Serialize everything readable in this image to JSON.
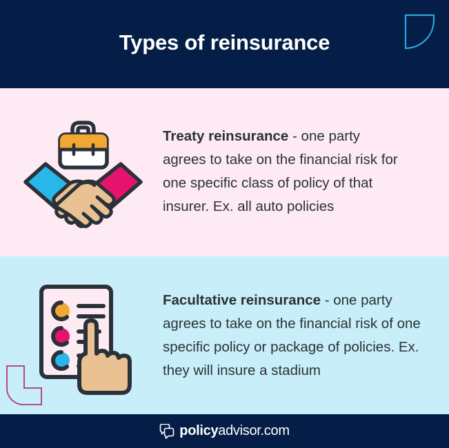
{
  "header": {
    "title": "Types of reinsurance",
    "background_color": "#041E47",
    "title_color": "#FFFFFF",
    "decoration_color": "#2BA6DF"
  },
  "sections": [
    {
      "id": "treaty",
      "background_color": "#FDEAF2",
      "icon_name": "handshake-briefcase-icon",
      "term": "Treaty reinsurance",
      "separator": " - ",
      "description": "one party agrees to take on the financial risk for one specific class of policy of that insurer. Ex. all auto policies",
      "text_color": "#2B3136",
      "icon_colors": {
        "outline": "#2B3139",
        "briefcase_top": "#F2A732",
        "briefcase_bottom": "#FFFFFF",
        "sleeve_left": "#29B6E8",
        "sleeve_right": "#E5136E",
        "skin": "#EAC193"
      }
    },
    {
      "id": "facultative",
      "background_color": "#C8EEFA",
      "icon_name": "checklist-pointing-hand-icon",
      "term": "Facultative reinsurance",
      "separator": " - ",
      "description": "one party agrees to take on the financial risk of one specific policy or package of policies. Ex. they will insure a stadium",
      "text_color": "#2B3136",
      "decoration_color": "#B6337A",
      "icon_colors": {
        "outline": "#2B3139",
        "paper": "#FDEAF2",
        "dot_1": "#F2A732",
        "dot_2": "#E5136E",
        "dot_3": "#29B6E8",
        "skin": "#EAC193"
      }
    }
  ],
  "footer": {
    "background_color": "#041E47",
    "logo_icon_name": "policyadvisor-speech-bubbles-icon",
    "brand_bold": "policy",
    "brand_regular": "advisor.com",
    "text_color": "#FFFFFF"
  }
}
